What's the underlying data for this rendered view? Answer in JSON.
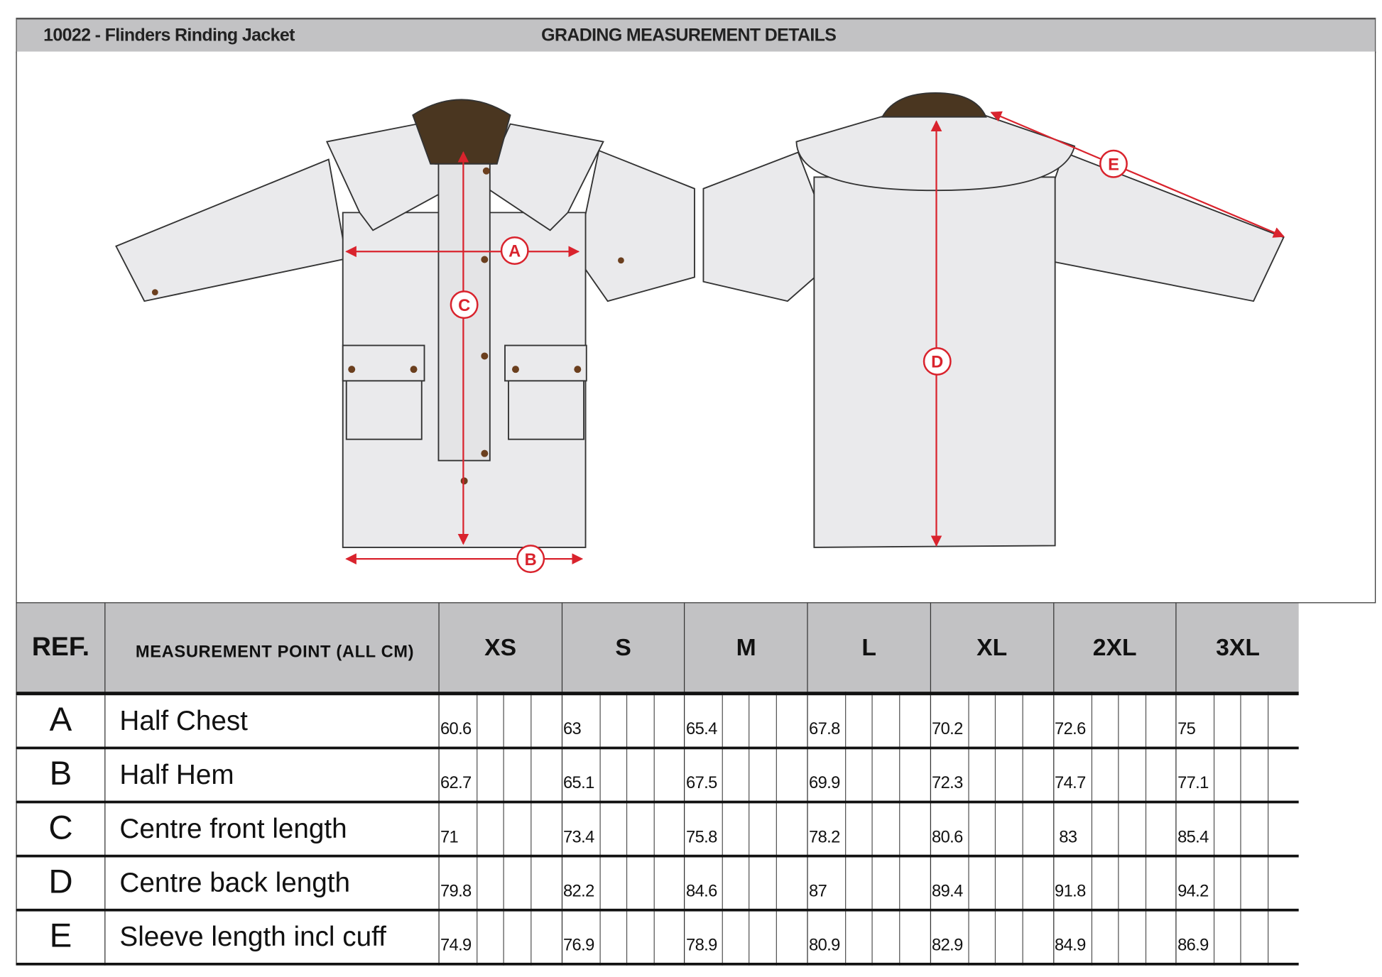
{
  "header": {
    "product_title": "10022 - Flinders Rinding Jacket",
    "section_title": "GRADING MEASUREMENT DETAILS"
  },
  "diagram": {
    "labels": [
      "A",
      "B",
      "C",
      "D",
      "E"
    ],
    "marker_color": "#d9232d",
    "collar_color": "#4a3620"
  },
  "table": {
    "ref_header": "REF.",
    "measurement_header": "MEASUREMENT POINT (ALL CM)",
    "sizes": [
      "XS",
      "S",
      "M",
      "L",
      "XL",
      "2XL",
      "3XL"
    ],
    "rows": [
      {
        "ref": "A",
        "point": "Half Chest",
        "values": [
          "60.6",
          "63",
          "65.4",
          "67.8",
          "70.2",
          "72.6",
          "75"
        ]
      },
      {
        "ref": "B",
        "point": "Half Hem",
        "values": [
          "62.7",
          "65.1",
          "67.5",
          "69.9",
          "72.3",
          "74.7",
          "77.1"
        ]
      },
      {
        "ref": "C",
        "point": "Centre front length",
        "values": [
          "71",
          "73.4",
          "75.8",
          "78.2",
          "80.6",
          "83",
          "85.4"
        ]
      },
      {
        "ref": "D",
        "point": "Centre back length",
        "values": [
          "79.8",
          "82.2",
          "84.6",
          "87",
          "89.4",
          "91.8",
          "94.2"
        ]
      },
      {
        "ref": "E",
        "point": "Sleeve length incl cuff",
        "values": [
          "74.9",
          "76.9",
          "78.9",
          "80.9",
          "82.9",
          "84.9",
          "86.9"
        ]
      }
    ]
  }
}
